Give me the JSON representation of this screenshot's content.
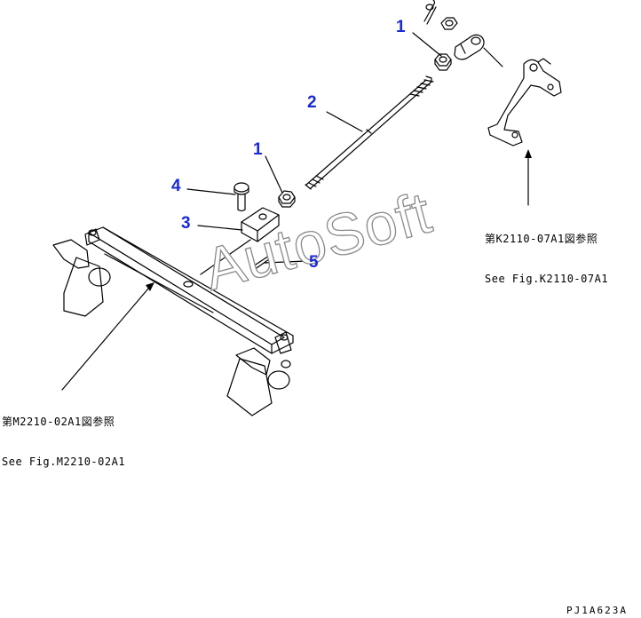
{
  "callouts": {
    "c1_top": "1",
    "c2": "2",
    "c1_mid": "1",
    "c4": "4",
    "c3": "3",
    "c5": "5"
  },
  "refs": {
    "k2110_jp": "第K2110-07A1図参照",
    "k2110_en": "See Fig.K2110-07A1",
    "m2210_jp": "第M2210-02A1図参照",
    "m2210_en": "See Fig.M2210-02A1"
  },
  "watermark": "AutoSoft",
  "drawing_code": "PJ1A623A",
  "colors": {
    "callout": "#1a2ad8",
    "line": "#000000",
    "watermark_stroke": "#8a8a8a"
  }
}
